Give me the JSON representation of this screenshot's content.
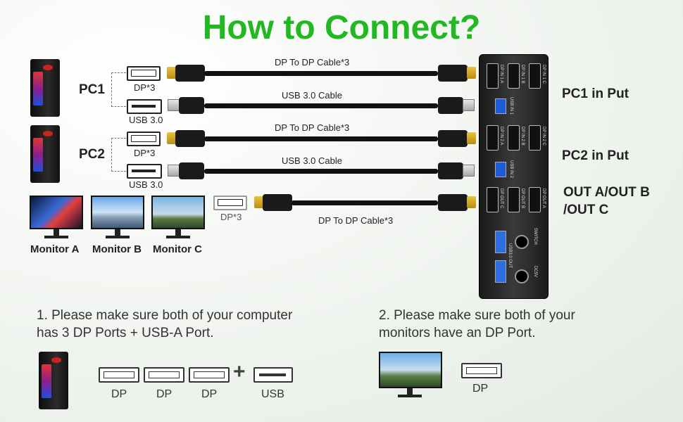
{
  "title": "How to Connect?",
  "pc1": {
    "label": "PC1",
    "port1": "DP*3",
    "port2": "USB 3.0"
  },
  "pc2": {
    "label": "PC2",
    "port1": "DP*3",
    "port2": "USB 3.0"
  },
  "cables": {
    "dp1": "DP To DP Cable*3",
    "usb1": "USB 3.0 Cable",
    "dp2": "DP To DP Cable*3",
    "usb2": "USB 3.0 Cable",
    "dp3": "DP To DP Cable*3"
  },
  "monitors": {
    "a": "Monitor A",
    "b": "Monitor B",
    "c": "Monitor C",
    "port": "DP*3"
  },
  "kvm": {
    "labels": {
      "pc1": "PC1 in Put",
      "pc2": "PC2 in Put",
      "out1": "OUT A/OUT B",
      "out2": "/OUT C"
    },
    "ports_row1": [
      "DP IN 1 A",
      "DP IN 1 B",
      "DP IN 1 C"
    ],
    "usb_in1": "USB IN 1",
    "ports_row2": [
      "DP IN 2 A",
      "DP IN 2 B",
      "DP IN 2 C"
    ],
    "usb_in2": "USB IN 2",
    "ports_row3": [
      "DP OUT C",
      "DP OUT B",
      "DP OUT A"
    ],
    "switch": "SWITCH",
    "usb_out": "USB3.0 OUT",
    "power": "DC5V"
  },
  "step1": {
    "line1": "1. Please make sure both of your computer",
    "line2": "has 3 DP Ports + USB-A Port.",
    "labels": [
      "DP",
      "DP",
      "DP",
      "USB"
    ],
    "plus": "+"
  },
  "step2": {
    "line1": "2. Please make sure both of your",
    "line2": "monitors have an DP Port.",
    "label": "DP"
  }
}
